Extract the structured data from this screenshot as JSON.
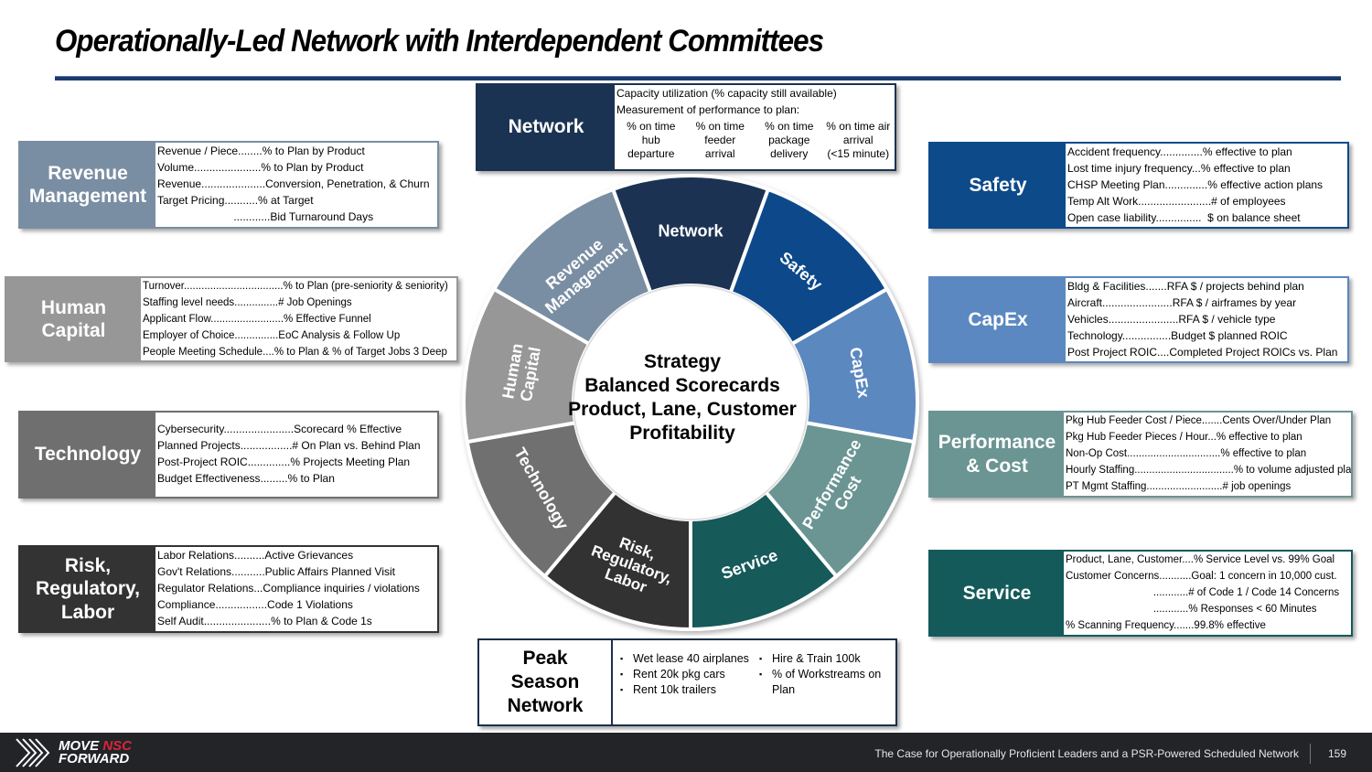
{
  "title": "Operationally-Led Network with Interdependent Committees",
  "center": {
    "lines": [
      "Strategy",
      "Balanced Scorecards",
      "Product, Lane, Customer",
      "Profitability"
    ]
  },
  "wheel": {
    "segments": [
      {
        "label": [
          "Network"
        ],
        "color": "#1b3352"
      },
      {
        "label": [
          "Safety"
        ],
        "color": "#0d4a8a"
      },
      {
        "label": [
          "CapEx"
        ],
        "color": "#5b88c0"
      },
      {
        "label": [
          "Performance",
          "Cost"
        ],
        "color": "#6a9593"
      },
      {
        "label": [
          "Service"
        ],
        "color": "#145a5a"
      },
      {
        "label": [
          "Risk,",
          "Regulatory,",
          "Labor"
        ],
        "color": "#333333"
      },
      {
        "label": [
          "Technology"
        ],
        "color": "#6f6f6f"
      },
      {
        "label": [
          "Human",
          "Capital"
        ],
        "color": "#979797"
      },
      {
        "label": [
          "Revenue",
          "Management"
        ],
        "color": "#7a8ea3"
      }
    ]
  },
  "network": {
    "label": "Network",
    "color": "#1b3352",
    "line1": "Capacity utilization (% capacity still available)",
    "line2": "Measurement of performance to plan:",
    "columns": [
      [
        "% on time",
        "hub",
        "departure"
      ],
      [
        "% on time",
        "feeder",
        "arrival"
      ],
      [
        "% on time",
        "package",
        "delivery"
      ],
      [
        "% on time air",
        "arrival",
        "(<15 minute)"
      ]
    ]
  },
  "revenue": {
    "label": [
      "Revenue",
      "Management"
    ],
    "color": "#7a8ea3",
    "rows": [
      {
        "k": "Revenue / Piece........",
        "v": " % to Plan by Product"
      },
      {
        "k": "Volume......................",
        "v": " % to Plan by Product"
      },
      {
        "k": "Revenue.....................",
        "v": "Conversion, Penetration, & Churn"
      },
      {
        "k": "Target Pricing...........",
        "v": " % at Target"
      },
      {
        "k": "                         ............",
        "v": "Bid Turnaround Days"
      }
    ]
  },
  "human": {
    "label": [
      "Human",
      "Capital"
    ],
    "color": "#979797",
    "rows": [
      {
        "k": "Turnover..................................",
        "v": " % to Plan (pre-seniority & seniority)"
      },
      {
        "k": "Staffing level needs...............",
        "v": "# Job Openings"
      },
      {
        "k": "Applicant Flow.........................",
        "v": "% Effective Funnel"
      },
      {
        "k": "Employer of Choice...............",
        "v": " EoC Analysis & Follow Up"
      },
      {
        "k": "People Meeting Schedule....",
        "v": " % to Plan & % of Target Jobs 3 Deep"
      }
    ]
  },
  "technology": {
    "label": [
      "Technology"
    ],
    "color": "#6f6f6f",
    "rows": [
      {
        "k": "Cybersecurity.......................",
        "v": " Scorecard % Effective"
      },
      {
        "k": "Planned Projects.................",
        "v": " # On Plan vs. Behind Plan"
      },
      {
        "k": "Post-Project ROIC..............",
        "v": " % Projects Meeting Plan"
      },
      {
        "k": "Budget Effectiveness.........",
        "v": " % to Plan"
      }
    ]
  },
  "risk": {
    "label": [
      "Risk,",
      "Regulatory,",
      "Labor"
    ],
    "color": "#333333",
    "rows": [
      {
        "k": "Labor Relations..........",
        "v": " Active Grievances"
      },
      {
        "k": "Gov't Relations...........",
        "v": " Public Affairs Planned Visit"
      },
      {
        "k": "Regulator Relations...",
        "v": "Compliance inquiries / violations"
      },
      {
        "k": "Compliance.................",
        "v": "Code 1 Violations"
      },
      {
        "k": "Self Audit......................",
        "v": " % to Plan & Code 1s"
      }
    ]
  },
  "safety": {
    "label": [
      "Safety"
    ],
    "color": "#0d4a8a",
    "rows": [
      {
        "k": "Accident frequency..............",
        "v": " % effective to plan"
      },
      {
        "k": "Lost time injury frequency...",
        "v": " % effective to plan"
      },
      {
        "k": "CHSP Meeting Plan..............",
        "v": " % effective action plans"
      },
      {
        "k": "Temp Alt Work........................",
        "v": " # of employees"
      },
      {
        "k": "Open case liability...............",
        "v": "  $ on balance sheet"
      }
    ]
  },
  "capex": {
    "label": [
      "CapEx"
    ],
    "color": "#5b88c0",
    "rows": [
      {
        "k": "Bldg & Facilities.......",
        "v": " RFA $ / projects behind plan"
      },
      {
        "k": "Aircraft.......................",
        "v": " RFA $ / airframes by year"
      },
      {
        "k": "Vehicles.......................",
        "v": " RFA $ / vehicle type"
      },
      {
        "k": "Technology................",
        "v": " Budget $ planned ROIC"
      },
      {
        "k": "Post Project ROIC....",
        "v": "Completed Project ROICs vs. Plan"
      }
    ]
  },
  "performance": {
    "label": [
      "Performance",
      "& Cost"
    ],
    "color": "#6a9593",
    "rows": [
      {
        "k": "Pkg Hub Feeder Cost / Piece.......",
        "v": "Cents Over/Under Plan"
      },
      {
        "k": "Pkg Hub Feeder Pieces / Hour...",
        "v": " % effective to plan"
      },
      {
        "k": "Non-Op Cost................................",
        "v": " % effective to plan"
      },
      {
        "k": "Hourly Staffing..................................",
        "v": " % to volume adjusted plan"
      },
      {
        "k": "PT Mgmt Staffing..........................",
        "v": " # job openings"
      }
    ]
  },
  "service": {
    "label": [
      "Service"
    ],
    "color": "#145a5a",
    "rows": [
      {
        "k": "Product, Lane, Customer....",
        "v": "% Service Level vs. 99% Goal"
      },
      {
        "k": "Customer Concerns...........",
        "v": " Goal: 1 concern in 10,000 cust."
      },
      {
        "k": "                              ............",
        "v": "# of Code 1 / Code 14 Concerns"
      },
      {
        "k": "                              ............",
        "v": "% Responses < 60 Minutes"
      },
      {
        "k": "% Scanning Frequency.......",
        "v": " 99.8% effective"
      }
    ]
  },
  "peak": {
    "label": [
      "Peak",
      "Season",
      "Network"
    ],
    "col1": [
      "Wet lease 40 airplanes",
      "Rent 20k pkg cars",
      "Rent 10k trailers"
    ],
    "col2": [
      "Hire & Train 100k",
      "% of Workstreams on Plan"
    ]
  },
  "footer": {
    "logo_line1a": "MOVE ",
    "logo_line1b": "NSC",
    "logo_line2": "FORWARD",
    "text": "The Case for Operationally Proficient Leaders and a PSR-Powered Scheduled Network",
    "page": "159"
  }
}
